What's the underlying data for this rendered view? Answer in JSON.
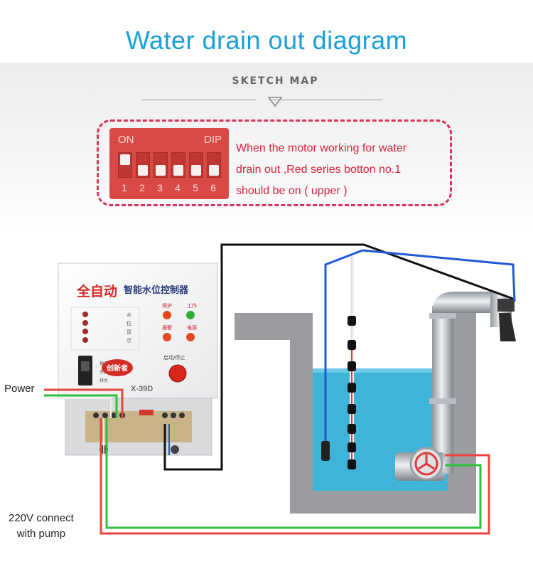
{
  "title": "Water drain out diagram",
  "section_label": "SKETCH MAP",
  "dip_switch": {
    "on_label": "ON",
    "type_label": "DIP",
    "numbers": [
      "1",
      "2",
      "3",
      "4",
      "5",
      "6"
    ]
  },
  "instruction": {
    "line1": "When the motor working for water",
    "line2": "drain out ,Red series botton no.1",
    "line3": "should be on ( upper )"
  },
  "controller": {
    "brand": "全自动",
    "name": "智能水位控制器",
    "level_labels": [
      "水",
      "位",
      "显",
      "示"
    ],
    "protect_label": "保护",
    "work_label": "工作",
    "alarm_label": "报警",
    "power_label": "电源",
    "start_stop_label": "启动/停止",
    "switch_labels": [
      "抽开",
      "关机",
      "排水"
    ],
    "logo_text": "创新者",
    "model": "X-39D"
  },
  "labels": {
    "power": "Power",
    "pump_line1": "220V connect",
    "pump_line2": "with pump"
  },
  "colors": {
    "title": "#1a9fd9",
    "callout_border": "#d7345a",
    "callout_text": "#d3233c",
    "dip_body": "#d94a46",
    "water": "#3fb4d8",
    "wire_red": "#e8463c",
    "wire_green": "#2fbf3a",
    "wire_blue": "#2058d8"
  }
}
